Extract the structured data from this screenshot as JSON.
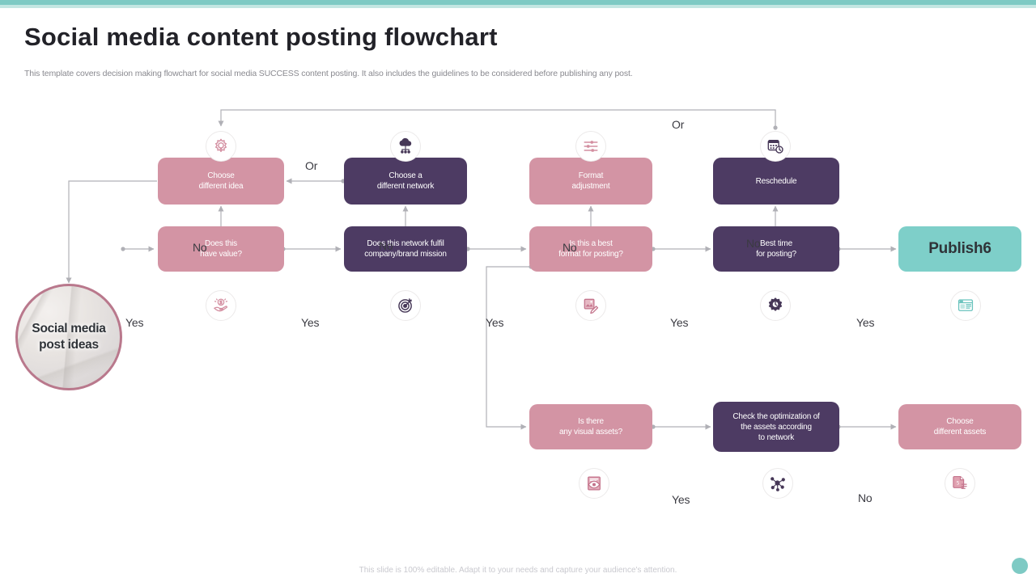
{
  "header": {
    "title": "Social media content posting flowchart",
    "subtitle": "This template covers decision making flowchart for social media SUCCESS content posting. It also includes the guidelines to be considered before publishing any post."
  },
  "footer": {
    "note": "This slide is 100% editable. Adapt it to your needs and capture your audience's attention."
  },
  "theme": {
    "accent_teal": "#7ecac4",
    "pink": "#d394a4",
    "purple": "#4d3b63",
    "publish_teal": "#7ecfc9",
    "start_border": "#b9788c",
    "wire": "#b0b0b6"
  },
  "nodes": {
    "start": {
      "label": "Social media\npost ideas",
      "line1": "Social media",
      "line2": "post ideas",
      "shape": "circle",
      "icon": "photo-image"
    },
    "value": {
      "line1": "Does this",
      "line2": "have value?",
      "style": "pink",
      "icon": "money-hand-icon"
    },
    "mission": {
      "line1": "Does this network fulfil",
      "line2": "company/brand mission",
      "style": "purple",
      "icon": "target-icon"
    },
    "format": {
      "line1": "Is this a best",
      "line2": "format for posting?",
      "style": "pink",
      "icon": "image-edit-icon"
    },
    "besttime": {
      "line1": "Best time",
      "line2": "for posting?",
      "style": "purple",
      "icon": "clock-gear-icon"
    },
    "publish": {
      "line1": "Publish6",
      "style": "teal",
      "icon": "browser-window-icon"
    },
    "different_idea": {
      "line1": "Choose",
      "line2": "different idea",
      "style": "pink",
      "icon": "gear-bulb-icon"
    },
    "different_network": {
      "line1": "Choose a",
      "line2": "different network",
      "style": "purple",
      "icon": "cloud-network-icon"
    },
    "format_adjust": {
      "line1": "Format",
      "line2": "adjustment",
      "style": "pink",
      "icon": "sliders-icon"
    },
    "reschedule": {
      "line1": "Reschedule",
      "style": "purple",
      "icon": "calendar-clock-icon"
    },
    "visual_assets": {
      "line1": "Is there",
      "line2": "any visual assets?",
      "style": "pink",
      "icon": "eye-image-icon"
    },
    "optimization": {
      "line1": "Check the optimization  of",
      "line2": "the assets  according",
      "line3": "to network",
      "style": "purple",
      "icon": "network-nodes-icon"
    },
    "different_assets": {
      "line1": "Choose",
      "line2": "different assets",
      "style": "pink",
      "icon": "file-assets-icon"
    }
  },
  "edge_labels": {
    "yes_start": "Yes",
    "yes_value": "Yes",
    "yes_mission": "Yes",
    "yes_format": "Yes",
    "yes_besttime": "Yes",
    "no_value": "No",
    "no_mission": "No",
    "no_format": "No",
    "no_besttime": "No",
    "or_top_left": "Or",
    "or_top_right": "Or",
    "yes_visual": "Yes",
    "no_optimization": "No"
  }
}
